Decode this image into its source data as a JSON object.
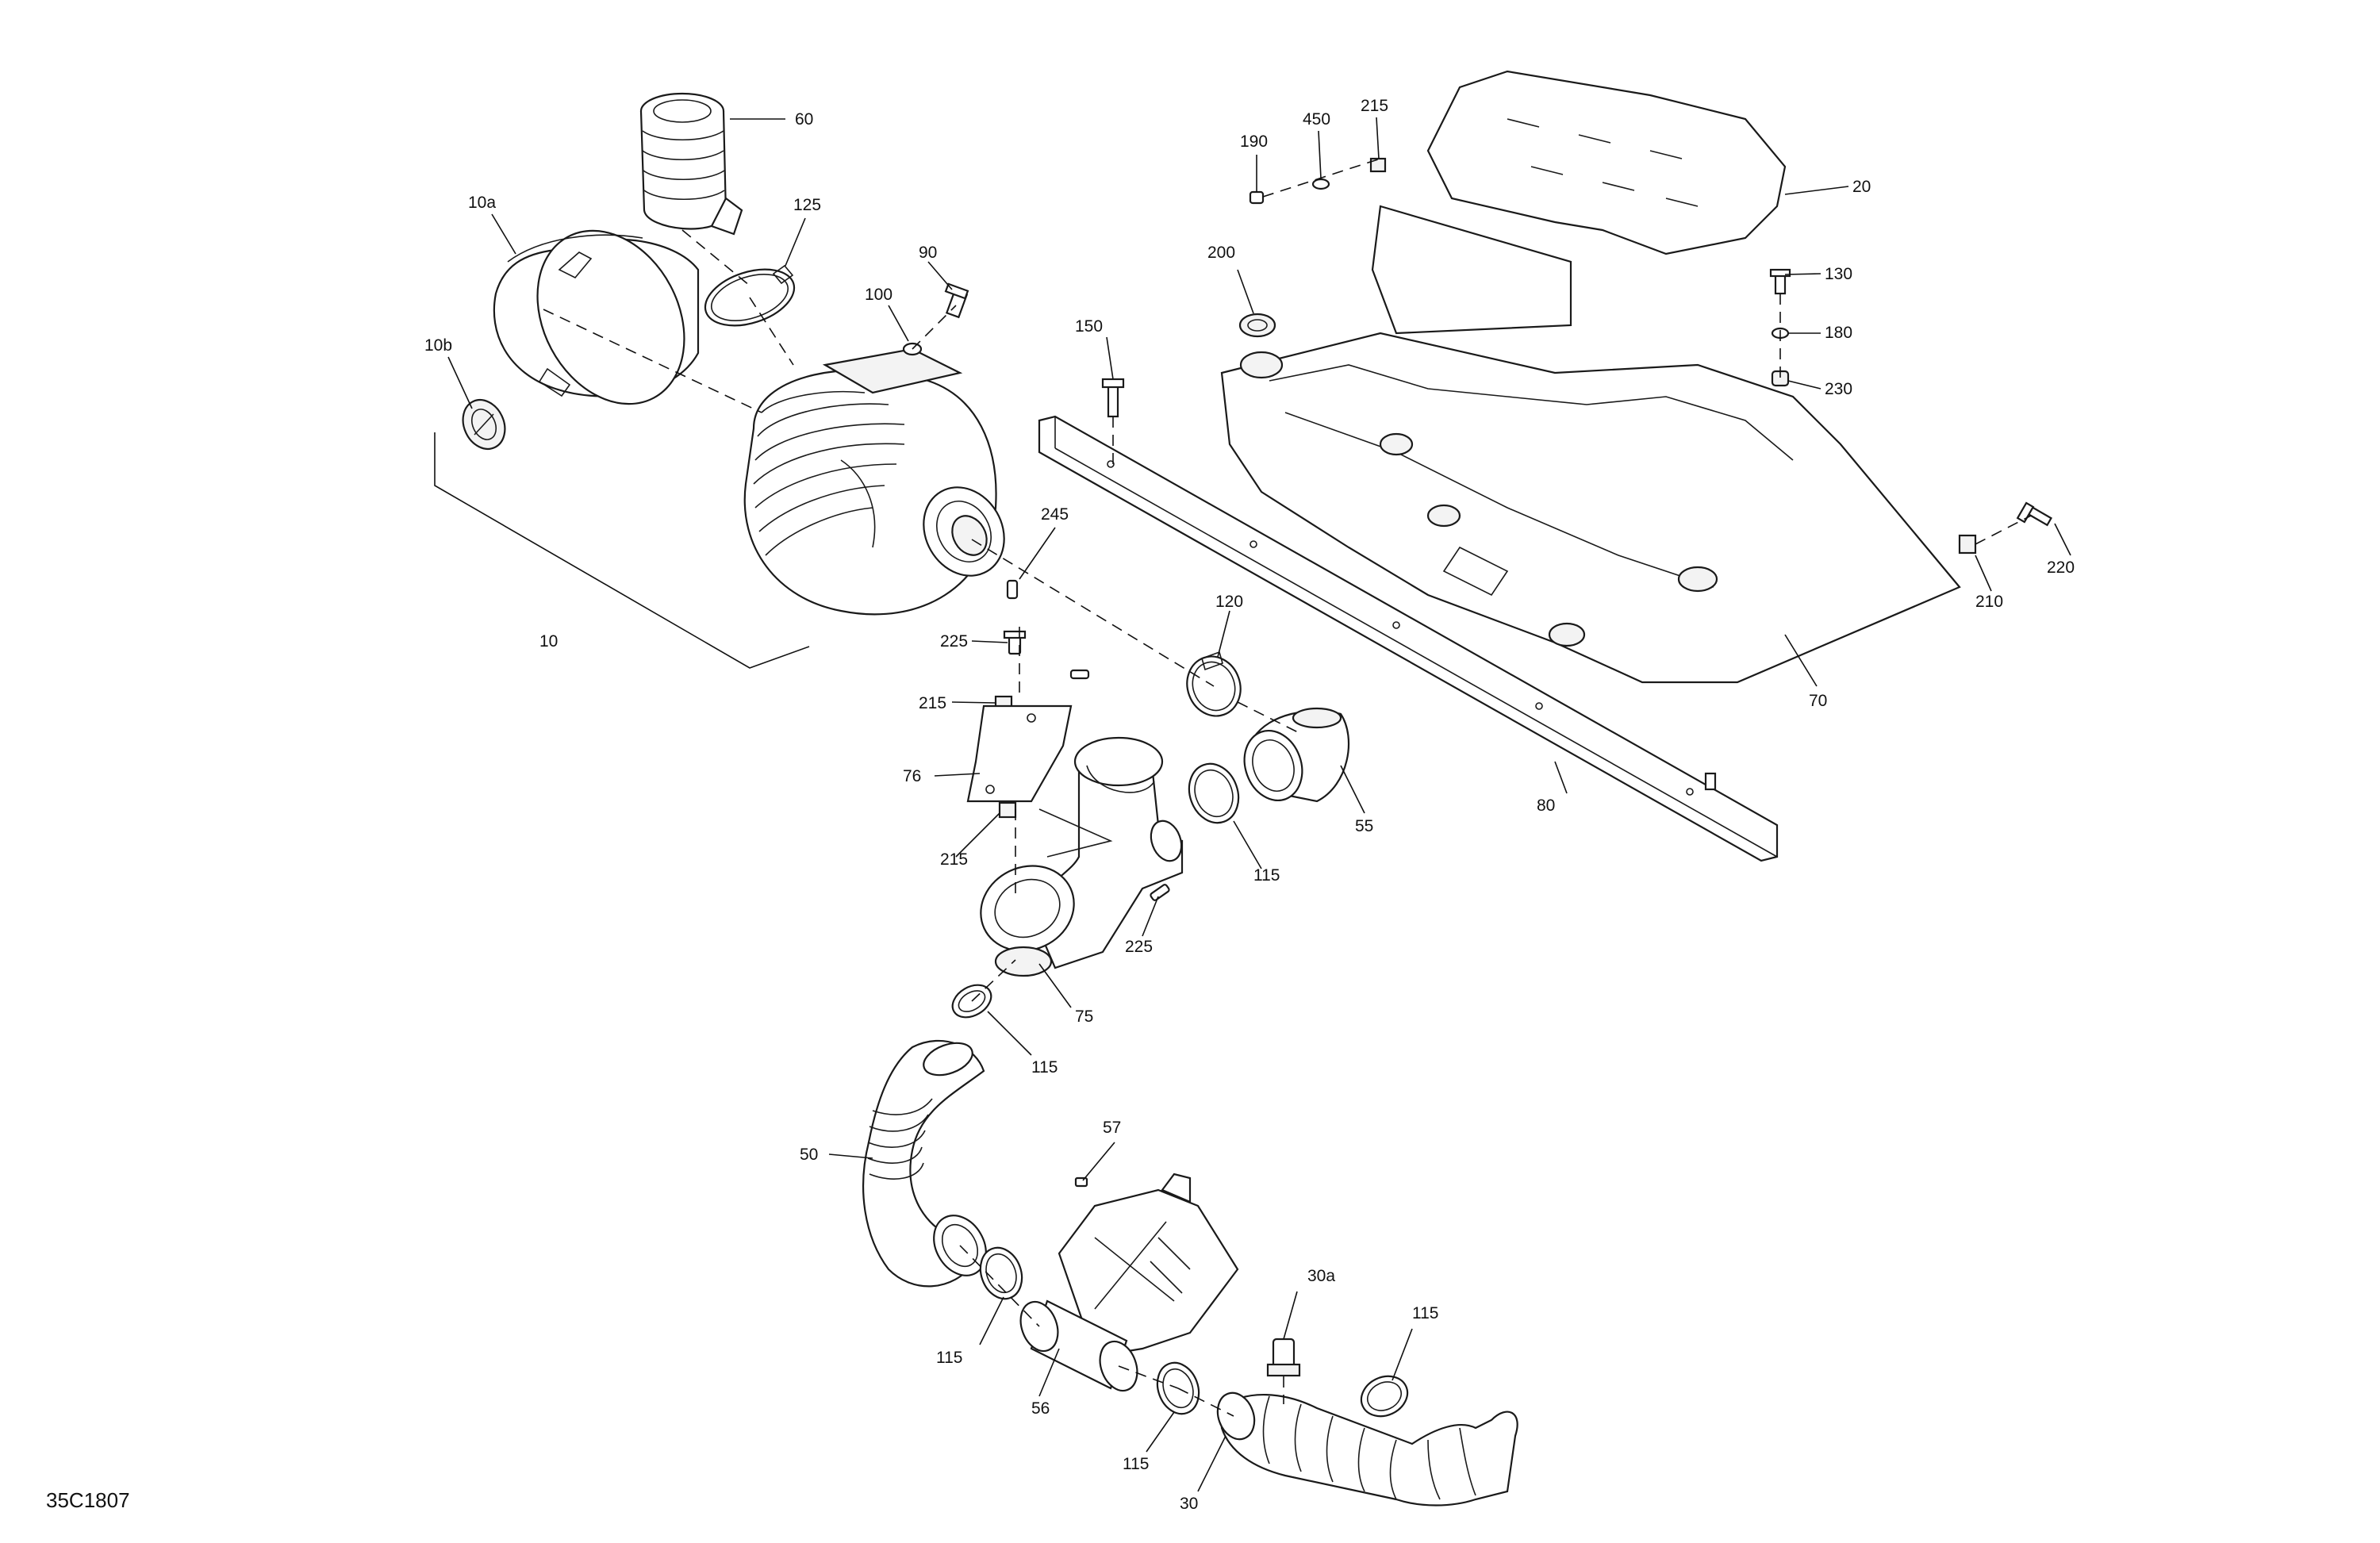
{
  "drawing_code": "35C1807",
  "callouts": [
    "60",
    "10a",
    "125",
    "90",
    "100",
    "10b",
    "150",
    "245",
    "10",
    "225",
    "215",
    "120",
    "76",
    "215",
    "115",
    "55",
    "225",
    "75",
    "115",
    "50",
    "57",
    "30a",
    "115",
    "115",
    "56",
    "115",
    "30",
    "190",
    "450",
    "215",
    "20",
    "200",
    "130",
    "180",
    "230",
    "220",
    "210",
    "70",
    "80"
  ]
}
